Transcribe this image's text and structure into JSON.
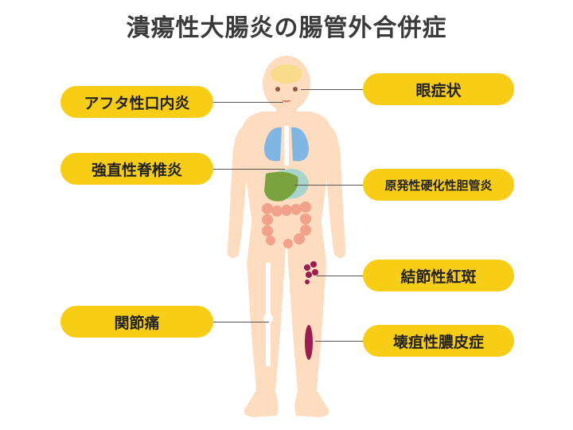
{
  "title": "潰瘍性大腸炎の腸管外合併症",
  "labels": {
    "aphtha": "アフタ性口内炎",
    "eye": "眼症状",
    "spondylitis": "強直性脊椎炎",
    "psc": "原発性硬化性胆管炎",
    "erythema": "結節性紅斑",
    "arthralgia": "関節痛",
    "pyoderma": "壊疽性膿皮症"
  },
  "colors": {
    "pill": "#f8cd15",
    "skin": "#fddcc0",
    "lung": "#7fb6e3",
    "liver": "#7aa33f",
    "colon": "#f2a28a",
    "lesion": "#9b1d4f",
    "brain": "#f8dc8a"
  }
}
